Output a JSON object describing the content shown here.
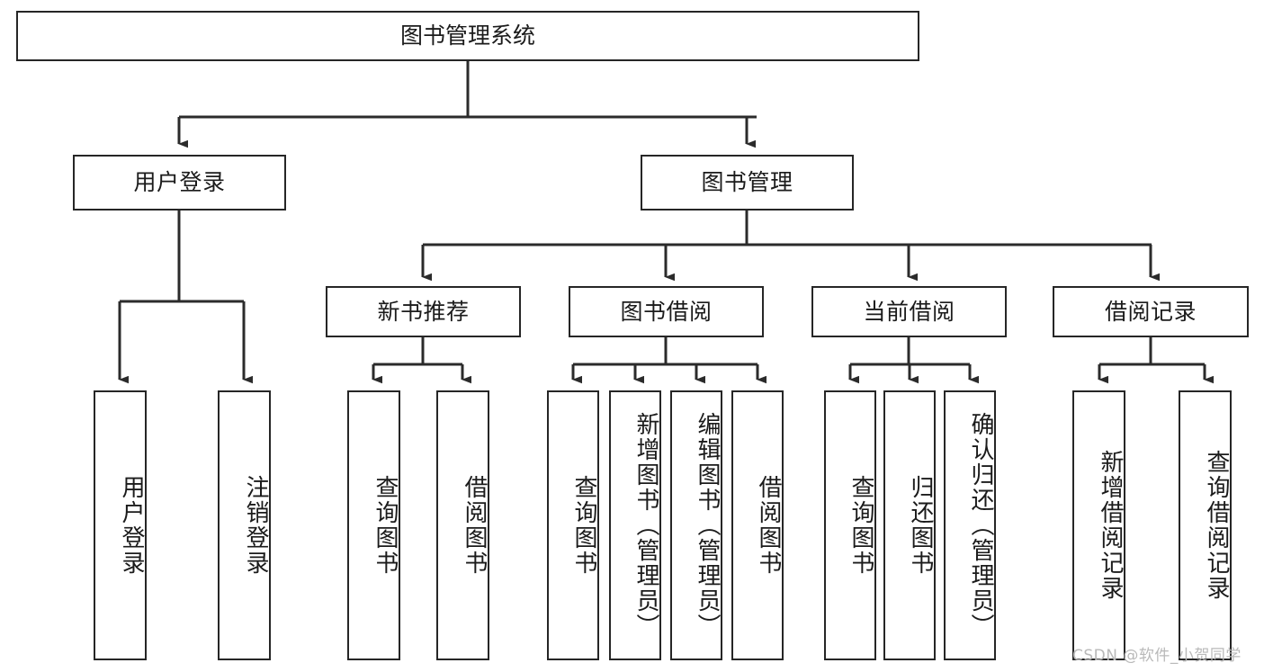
{
  "diagram": {
    "type": "tree",
    "title": "图书管理系统",
    "orientation": "top-down",
    "style": {
      "box_border_color": "#262626",
      "box_fill_color": "#ffffff",
      "text_color": "#1b1b1b",
      "connector_color": "#2b2b2b",
      "background": "#ffffff"
    },
    "root": {
      "label": "图书管理系统"
    },
    "level2": [
      {
        "label": "用户登录"
      },
      {
        "label": "图书管理"
      }
    ],
    "level3": [
      {
        "label": "新书推荐"
      },
      {
        "label": "图书借阅"
      },
      {
        "label": "当前借阅"
      },
      {
        "label": "借阅记录"
      }
    ],
    "leaves": {
      "user_login": [
        {
          "label": "用户登录"
        },
        {
          "label": "注销登录"
        }
      ],
      "new_book_recommend": [
        {
          "label": "查询图书"
        },
        {
          "label": "借阅图书"
        }
      ],
      "book_borrow": [
        {
          "label": "查询图书"
        },
        {
          "label": "新增图书（管理员）"
        },
        {
          "label": "编辑图书（管理员）"
        },
        {
          "label": "借阅图书"
        }
      ],
      "current_borrow": [
        {
          "label": "查询图书"
        },
        {
          "label": "归还图书"
        },
        {
          "label": "确认归还（管理员）"
        }
      ],
      "borrow_record": [
        {
          "label": "新增借阅记录"
        },
        {
          "label": "查询借阅记录"
        }
      ]
    }
  },
  "watermark": {
    "text": "CSDN @软件_小贺同学"
  }
}
